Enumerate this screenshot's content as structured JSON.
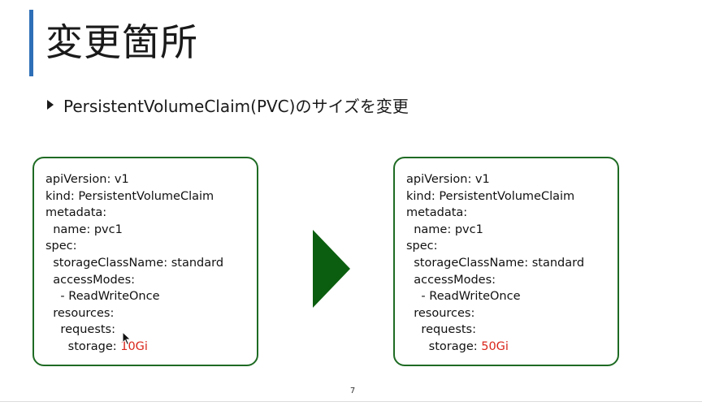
{
  "slide": {
    "title": "変更箇所",
    "bullet": "PersistentVolumeClaim(PVC)のサイズを変更",
    "page_number": "7"
  },
  "before": {
    "lines": [
      "apiVersion: v1",
      "kind: PersistentVolumeClaim",
      "metadata:",
      "  name: pvc1",
      "spec:",
      "  storageClassName: standard",
      "  accessModes:",
      "    - ReadWriteOnce",
      "  resources:",
      "    requests:"
    ],
    "storage_label": "      storage: ",
    "storage_value": "10Gi"
  },
  "after": {
    "lines": [
      "apiVersion: v1",
      "kind: PersistentVolumeClaim",
      "metadata:",
      "  name: pvc1",
      "spec:",
      "  storageClassName: standard",
      "  accessModes:",
      "    - ReadWriteOnce",
      "  resources:",
      "    requests:"
    ],
    "storage_label": "      storage: ",
    "storage_value": "50Gi"
  },
  "colors": {
    "accent_bar": "#2e6fb7",
    "box_border": "#1e6b23",
    "arrow": "#0b5e0f",
    "highlight": "#d9261c"
  },
  "icons": {
    "bullet": "triangle-right-icon",
    "arrow": "arrow-right-icon",
    "cursor": "mouse-pointer-icon"
  }
}
